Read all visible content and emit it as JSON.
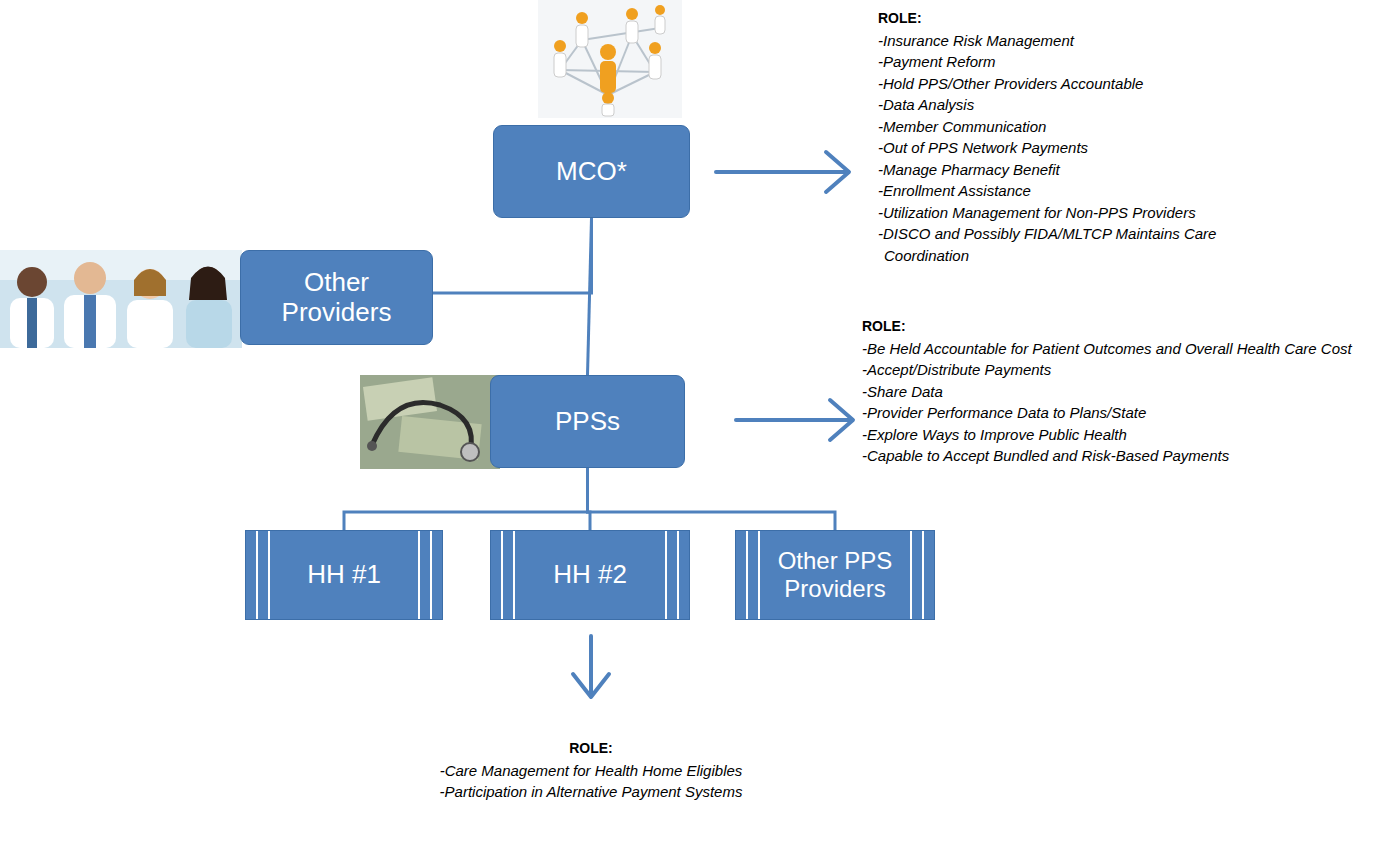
{
  "diagram": {
    "nodes": [
      {
        "text": [
          "MCO*"
        ]
      },
      {
        "text": [
          "Other Providers"
        ]
      },
      {
        "text": [
          "PPSs"
        ]
      },
      {
        "text": [
          "HH #1"
        ]
      },
      {
        "text": [
          "HH #2"
        ]
      },
      {
        "text": [
          "Other PPS Providers"
        ]
      }
    ],
    "edges": [
      {
        "from": 0,
        "to": 2,
        "arrow": "none"
      },
      {
        "from": 1,
        "to": 0,
        "arrow": "none"
      },
      {
        "from": 2,
        "to": 3,
        "arrow": "none"
      },
      {
        "from": 2,
        "to": 4,
        "arrow": "none"
      },
      {
        "from": 2,
        "to": 5,
        "arrow": "none"
      }
    ],
    "labels": [
      "ROLE:",
      "-Insurance Risk Management",
      "-Payment Reform",
      "-Hold PPS/Other Providers Accountable",
      "-Data Analysis",
      "-Member Communication",
      "-Out of PPS Network Payments",
      "-Manage Pharmacy Benefit",
      "-Enrollment Assistance",
      "-Utilization Management for Non-PPS Providers",
      "-DISCO and Possibly FIDA/MLTCP Maintains Care Coordination",
      "ROLE:",
      "-Be Held Accountable for Patient Outcomes and Overall Health Care Cost",
      "-Accept/Distribute Payments",
      "-Share Data",
      "-Provider Performance Data to Plans/State",
      "-Explore Ways to Improve Public Health",
      "-Capable to Accept Bundled and Risk-Based Payments",
      "ROLE:",
      "-Care Management for Health Home Eligibles",
      "-Participation in Alternative Payment Systems"
    ]
  }
}
